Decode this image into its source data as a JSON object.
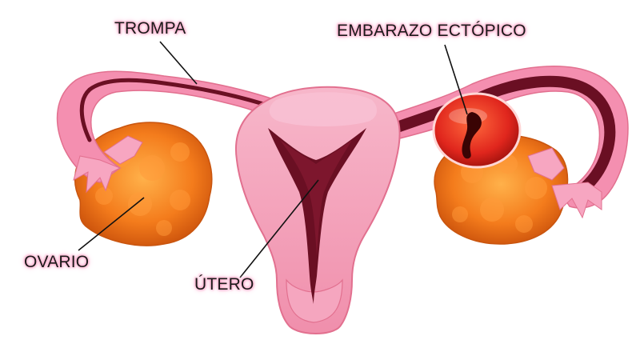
{
  "labels": {
    "trompa": "TROMPA",
    "ectopic": "EMBARAZO ECTÓPICO",
    "ovario": "OVARIO",
    "utero": "ÚTERO"
  },
  "colors": {
    "tissue_pink": "#f48fb0",
    "tissue_light": "#f9c2d4",
    "cavity_dark": "#6a0f23",
    "ovary_orange": "#f07a1a",
    "embryo_red": "#e3261c"
  }
}
